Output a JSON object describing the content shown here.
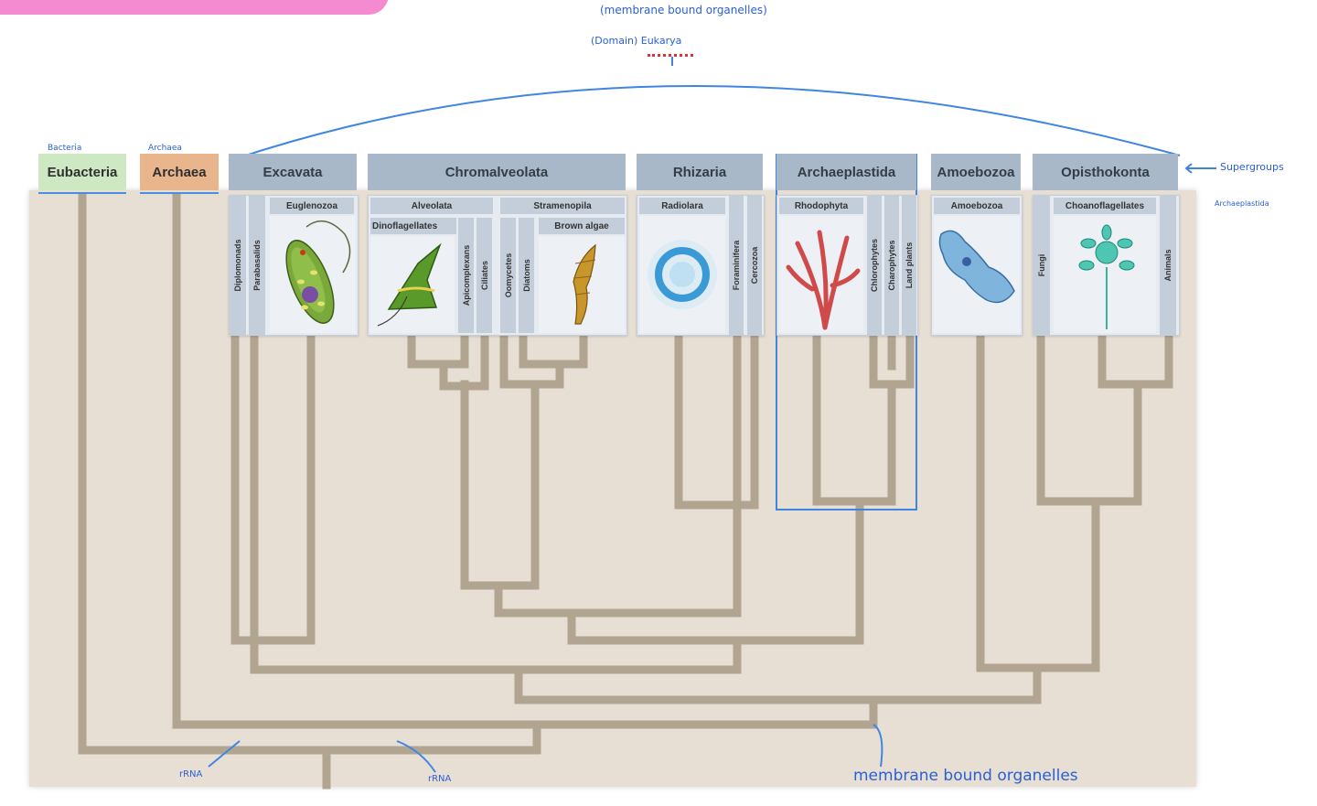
{
  "page_title": "ns of Life",
  "supergroups": {
    "eubacteria": "Eubacteria",
    "archaea": "Archaea",
    "excavata": "Excavata",
    "chromalveolata": "Chromalveolata",
    "rhizaria": "Rhizaria",
    "archaeplastida": "Archaeplastida",
    "amoebozoa": "Amoebozoa",
    "opisthokonta": "Opisthokonta"
  },
  "subgroups": {
    "diplomonads": "Diplomonads",
    "parabasalids": "Parabasalids",
    "euglenozoa": "Euglenozoa",
    "alveolata": "Alveolata",
    "dinoflagellates": "Dinoflagellates",
    "apicomplexans": "Apicomplexans",
    "ciliates": "Ciliates",
    "stramenopila": "Stramenopila",
    "oomycetes": "Oomycetes",
    "diatoms": "Diatoms",
    "brown_algae": "Brown algae",
    "radiolara": "Radiolara",
    "foraminifera": "Foraminifera",
    "cercozoa": "Cercozoa",
    "rhodophyta": "Rhodophyta",
    "chlorophytes": "Chlorophytes",
    "charophytes": "Charophytes",
    "land_plants": "Land plants",
    "amoebozoa_sub": "Amoebozoa",
    "fungi": "Fungi",
    "choanoflagellates": "Choanoflagellates",
    "animals": "Animals"
  },
  "annotations": {
    "top1": "(membrane bound organelles)",
    "top2": "(Domain) Eukarya",
    "bacteria": "Bacteria",
    "archaea": "Archaea",
    "supergroups": "Supergroups",
    "archaeplastida": "Archaeplastida",
    "rrna_left": "rRNA",
    "rrna_right": "rRNA",
    "membrane": "membrane bound organelles"
  },
  "colors": {
    "eubacteria_bg": "#cfe8c4",
    "archaea_bg": "#e9b58c",
    "header_bg": "#a9b8c8",
    "tree_line": "#b1a592",
    "panel_bg": "#e7dfd4",
    "ink": "#2a5fd6",
    "title_highlight": "#f48ad0"
  }
}
